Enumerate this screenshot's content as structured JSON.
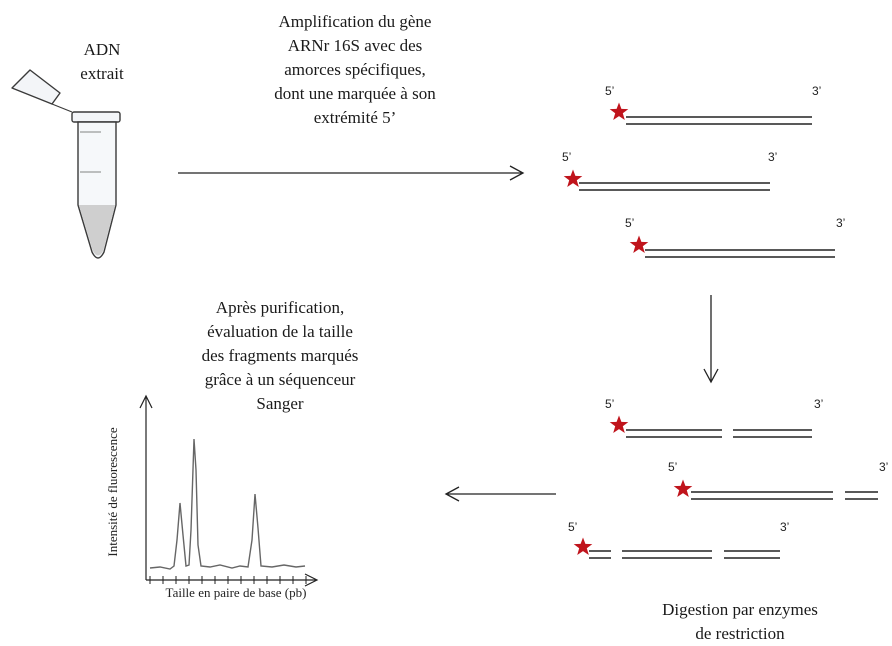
{
  "tube": {
    "label": "ADN\nextrait"
  },
  "step_pcr": {
    "text": "Amplification du gène\nARNr 16S avec des\namorces spécifiques,\ndont une marquée à son\nextrémité 5’"
  },
  "step_sanger": {
    "text": "Après purification,\névaluation de la taille\ndes fragments marqués\ngrâce à un séquenceur\nSanger"
  },
  "step_digest": {
    "text": "Digestion par enzymes\nde restriction"
  },
  "ends": {
    "five": "5’",
    "three": "3’"
  },
  "electropherogram": {
    "ylabel": "Intensité de fluorescence",
    "xlabel": "Taille en paire de base (pb)"
  },
  "colors": {
    "star": "#c0141c",
    "line": "#222222"
  }
}
